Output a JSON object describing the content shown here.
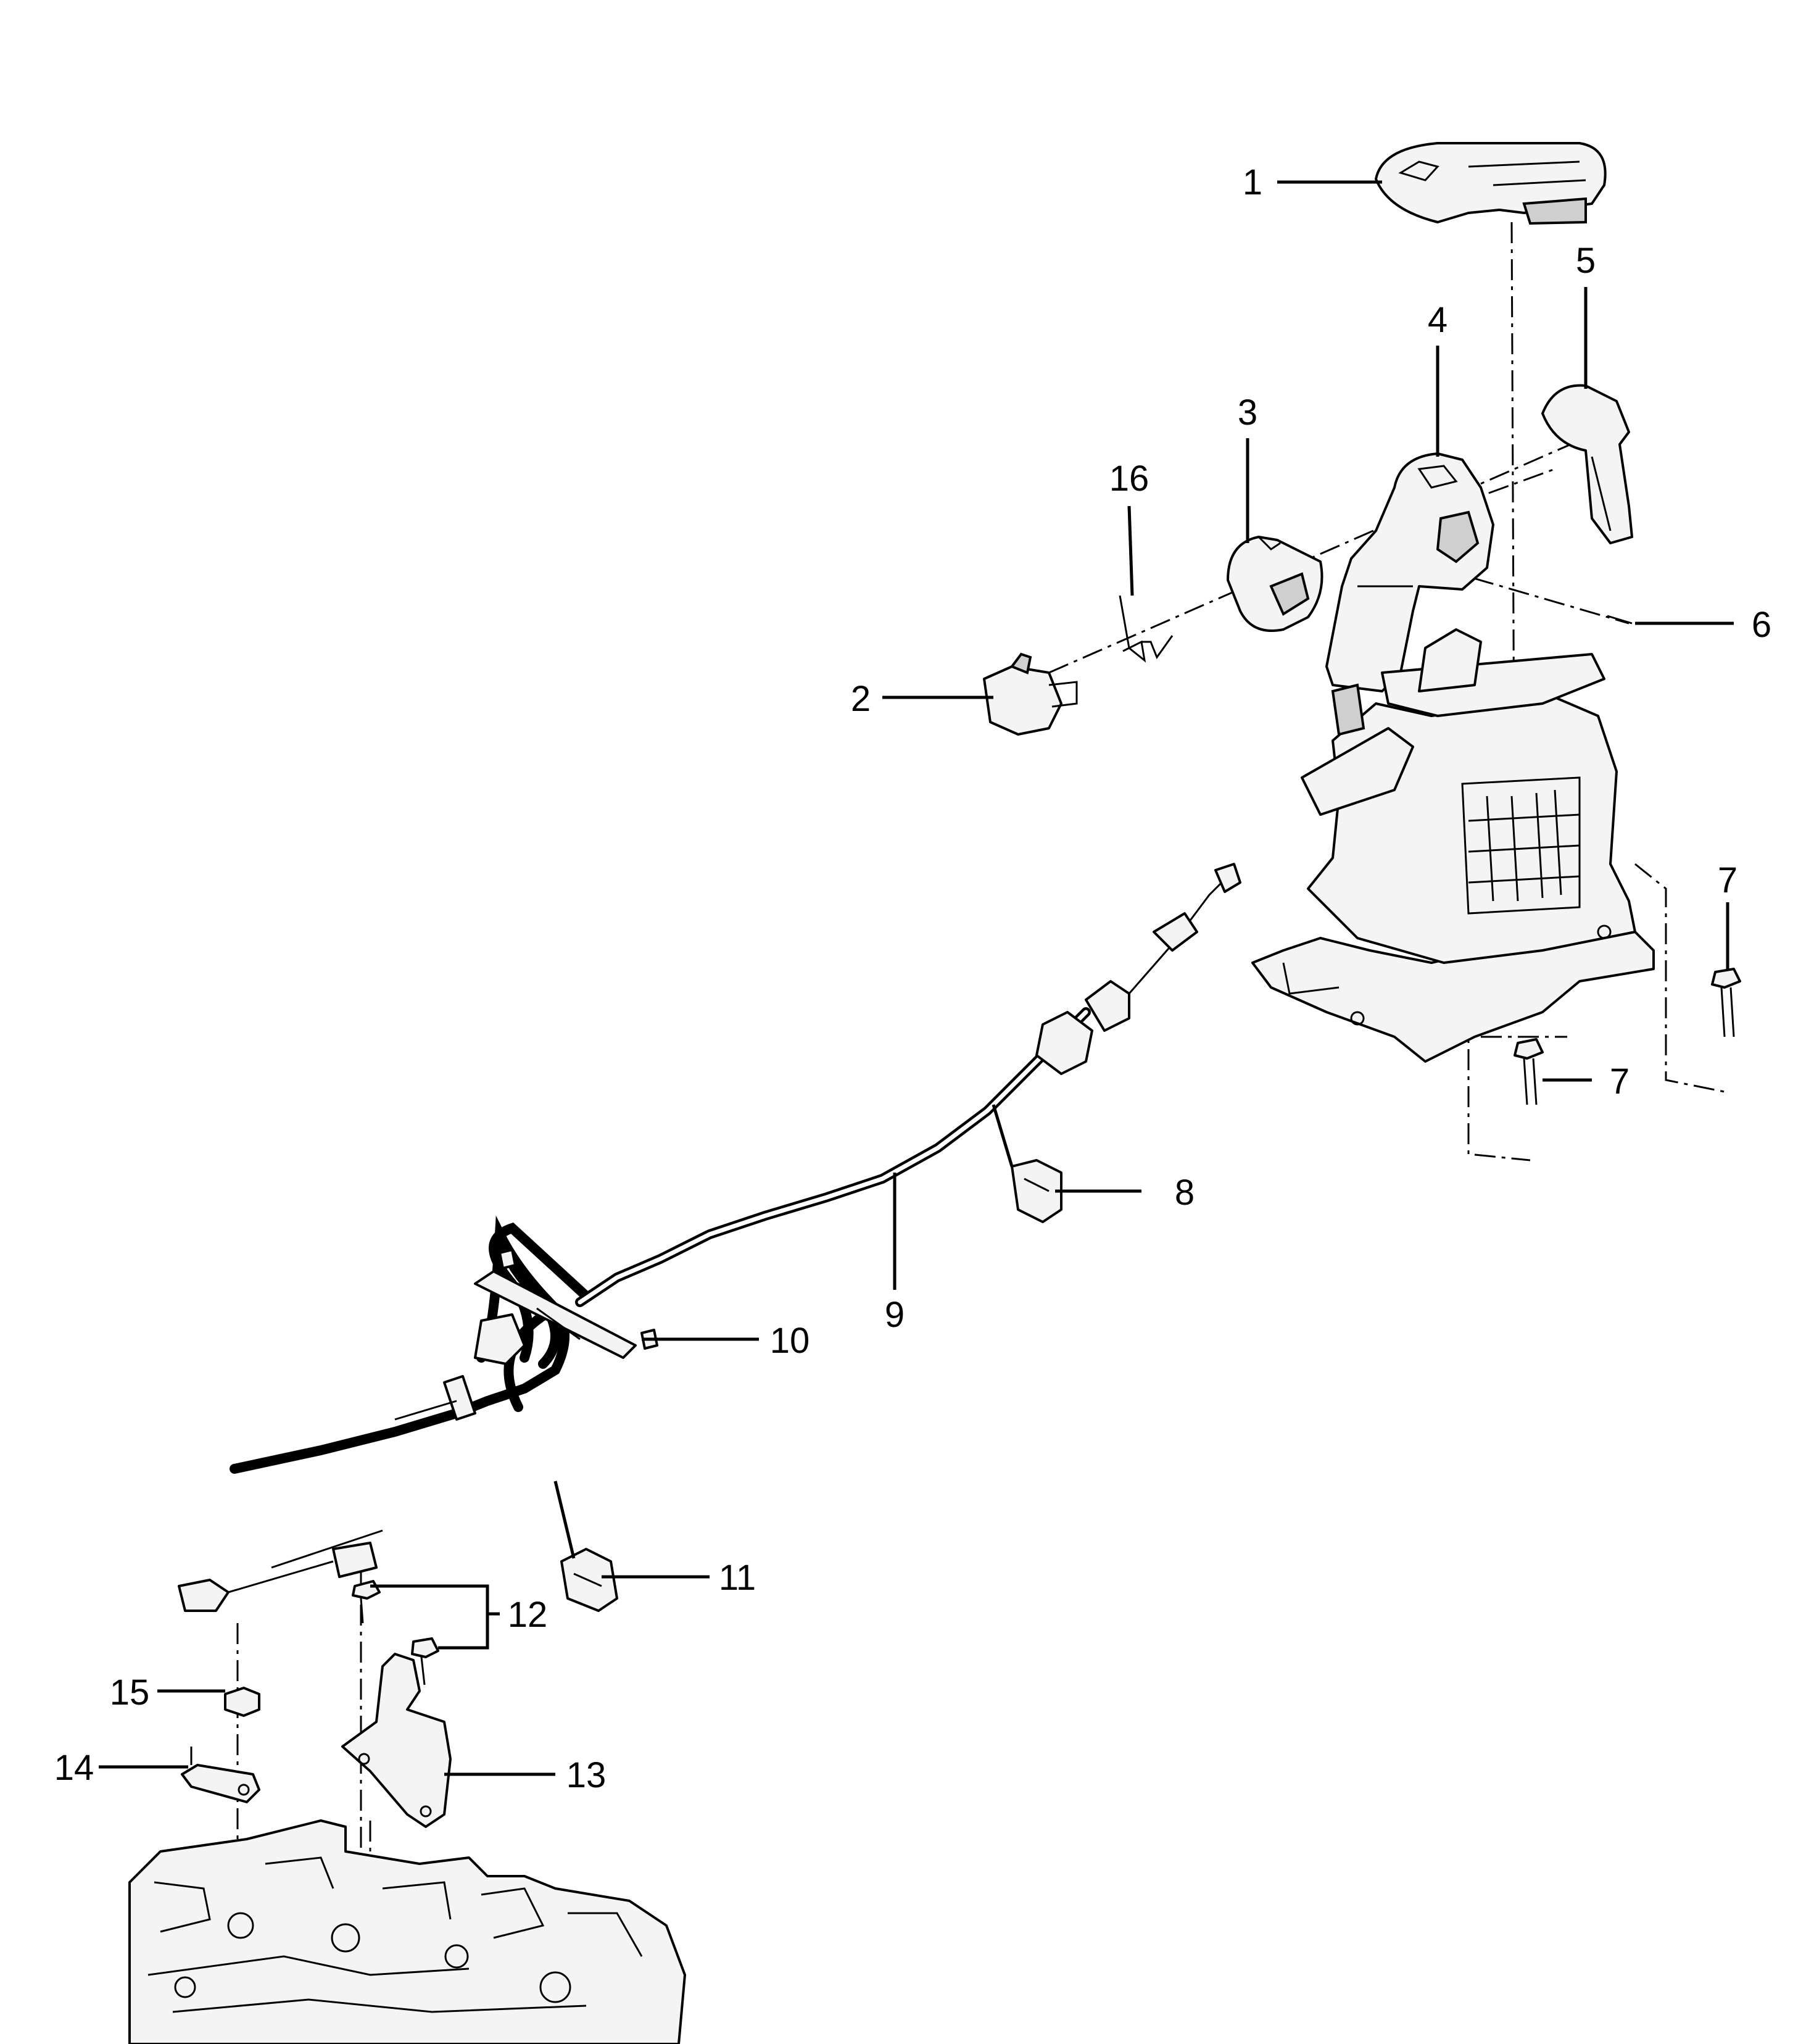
{
  "callouts": [
    {
      "id": "1",
      "label": "1"
    },
    {
      "id": "2",
      "label": "2"
    },
    {
      "id": "3",
      "label": "3"
    },
    {
      "id": "4",
      "label": "4"
    },
    {
      "id": "5",
      "label": "5"
    },
    {
      "id": "6",
      "label": "6"
    },
    {
      "id": "7a",
      "label": "7"
    },
    {
      "id": "7b",
      "label": "7"
    },
    {
      "id": "8",
      "label": "8"
    },
    {
      "id": "9",
      "label": "9"
    },
    {
      "id": "10",
      "label": "10"
    },
    {
      "id": "11",
      "label": "11"
    },
    {
      "id": "12",
      "label": "12"
    },
    {
      "id": "13",
      "label": "13"
    },
    {
      "id": "14",
      "label": "14"
    },
    {
      "id": "15",
      "label": "15"
    },
    {
      "id": "16",
      "label": "16"
    }
  ]
}
